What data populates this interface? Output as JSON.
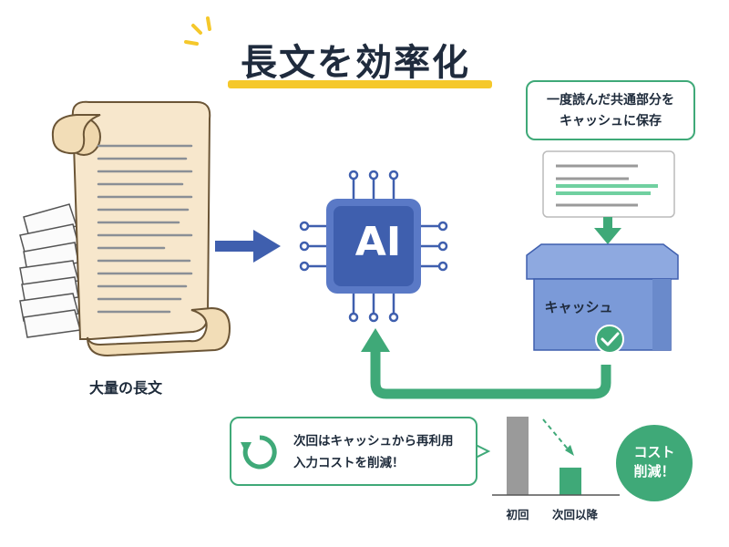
{
  "title": "長文を効率化",
  "scroll_label": "大量の長文",
  "ai_label": "AI",
  "cache_note": {
    "line1": "一度読んだ共通部分を",
    "line2": "キャッシュに保存"
  },
  "cache_box_label": "キャッシュ",
  "reuse_note": {
    "line1": "次回はキャッシュから再利用",
    "line2": "入力コストを削減！"
  },
  "cost_badge": {
    "line1": "コスト",
    "line2": "削減！"
  },
  "chart_data": {
    "type": "bar",
    "categories": [
      "初回",
      "次回以降"
    ],
    "values": [
      100,
      35
    ],
    "title": "",
    "xlabel": "",
    "ylabel": "",
    "colors": [
      "#9a9a9a",
      "#3fa978"
    ]
  },
  "colors": {
    "accent_green": "#3fa978",
    "ai_blue": "#3f5fae",
    "highlight_yellow": "#f5c82b",
    "cache_box": "#7b9ad8"
  }
}
